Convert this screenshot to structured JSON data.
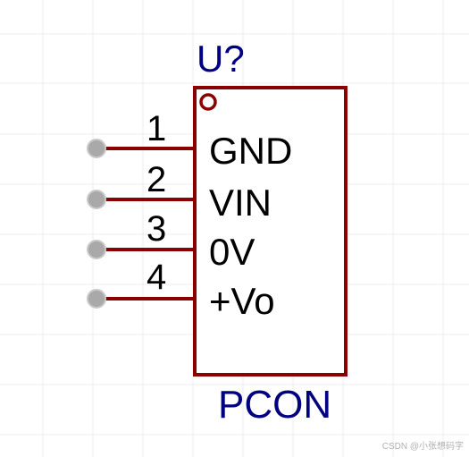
{
  "component": {
    "designator": "U?",
    "name": "PCON",
    "pins": [
      {
        "number": "1",
        "name": "GND"
      },
      {
        "number": "2",
        "name": "VIN"
      },
      {
        "number": "3",
        "name": "0V"
      },
      {
        "number": "4",
        "name": "+Vo"
      }
    ]
  },
  "watermark": "CSDN @小张想码字",
  "colors": {
    "body_outline": "#8b0000",
    "pin_line": "#8b0000",
    "pin_end": "#a9a9a9",
    "designator_text": "#000080",
    "comment_text": "#000080",
    "pin_text": "#000000",
    "grid": "#ececec",
    "watermark_text": "#b0b0b0"
  }
}
